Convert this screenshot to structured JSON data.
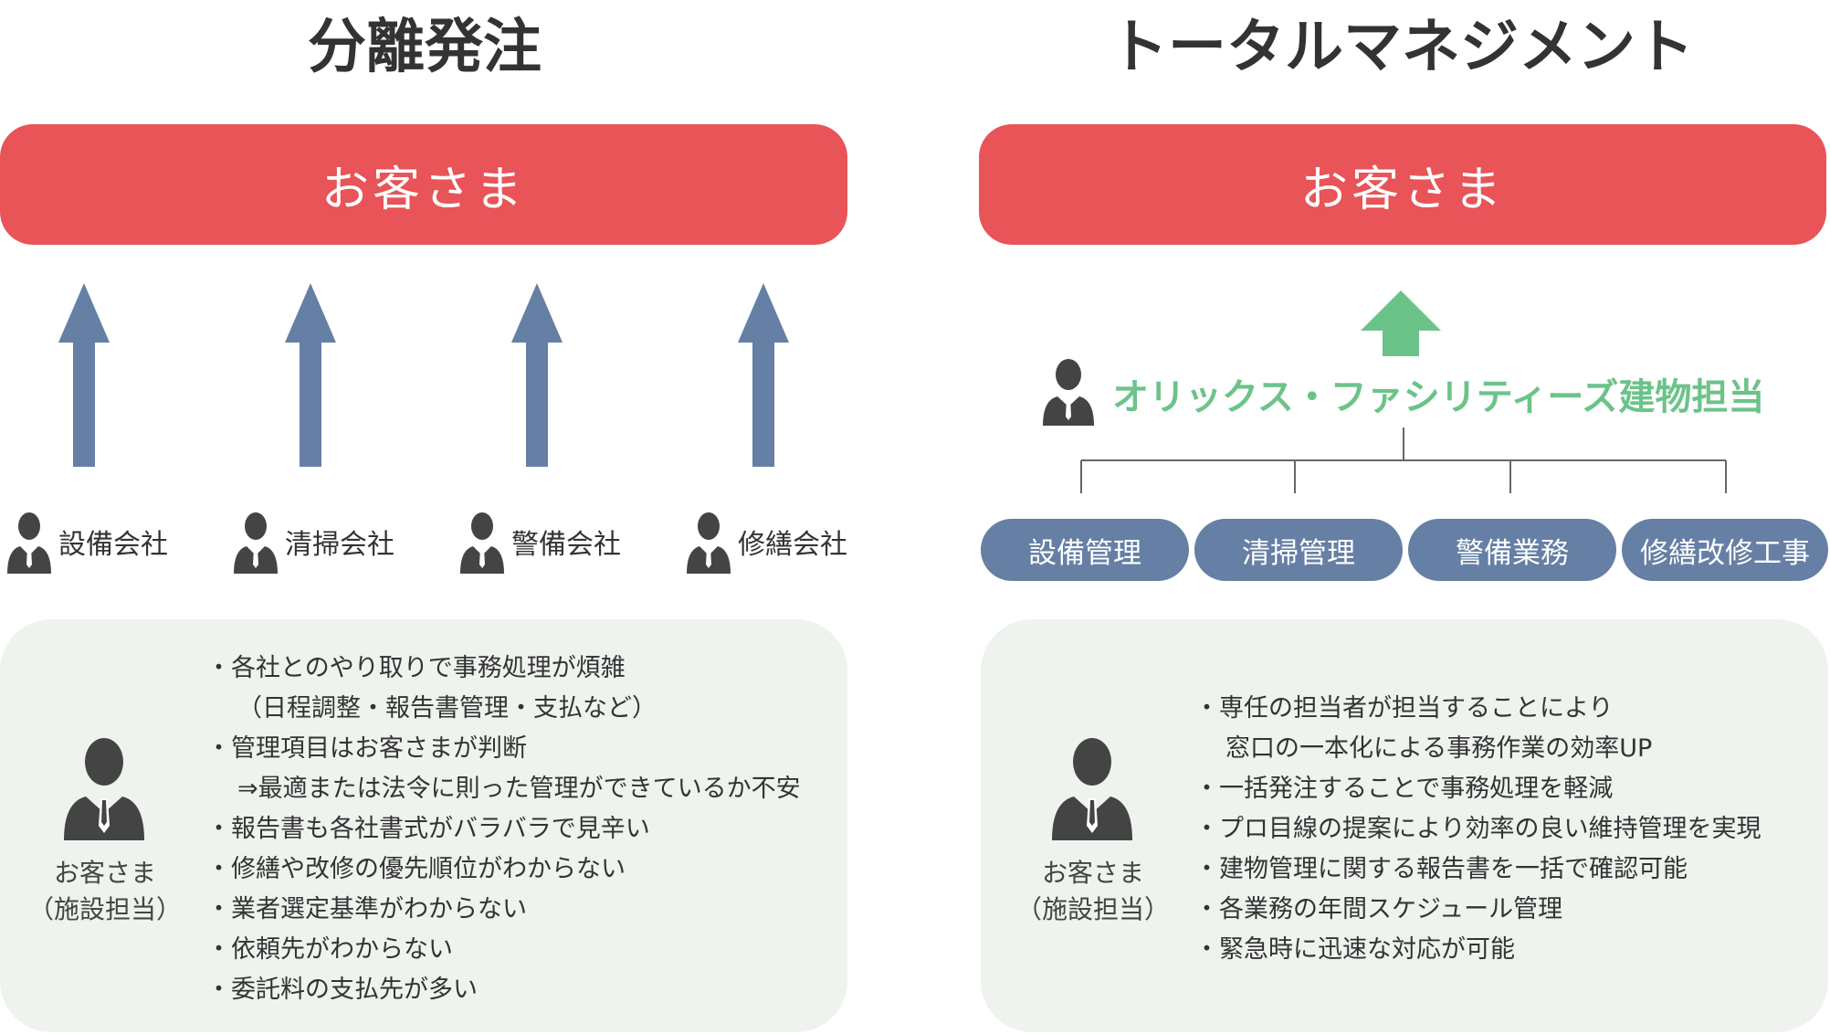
{
  "left": {
    "heading": "分離発注",
    "customer_bar": "お客さま",
    "companies": [
      "設備会社",
      "清掃会社",
      "警備会社",
      "修繕会社"
    ],
    "persona_caption": [
      "お客さま",
      "（施設担当）"
    ],
    "bullets": [
      [
        "・各社とのやり取りで事務処理が煩雑",
        "（日程調整・報告書管理・支払など）"
      ],
      [
        "・管理項目はお客さまが判断",
        "⇒最適または法令に則った管理ができているか不安"
      ],
      [
        "・報告書も各社書式がバラバラで見辛い"
      ],
      [
        "・修繕や改修の優先順位がわからない"
      ],
      [
        "・業者選定基準がわからない"
      ],
      [
        "・依頼先がわからない"
      ],
      [
        "・委託料の支払先が多い"
      ]
    ]
  },
  "right": {
    "heading": "トータルマネジメント",
    "customer_bar": "お客さま",
    "orix_label": "オリックス・ファシリティーズ建物担当",
    "services": [
      "設備管理",
      "清掃管理",
      "警備業務",
      "修繕改修工事"
    ],
    "persona_caption": [
      "お客さま",
      "（施設担当）"
    ],
    "bullets": [
      [
        "・専任の担当者が担当することにより",
        "窓口の一本化による事務作業の効率UP"
      ],
      [
        "・一括発注することで事務処理を軽減"
      ],
      [
        "・プロ目線の提案により効率の良い維持管理を実現"
      ],
      [
        "・建物管理に関する報告書を一括で確認可能"
      ],
      [
        "・各業務の年間スケジュール管理"
      ],
      [
        "・緊急時に迅速な対応が可能"
      ]
    ]
  },
  "colors": {
    "customer_bar": "#e85458",
    "arrow_blue": "#667fa5",
    "arrow_green": "#6cc38a",
    "panel_bg": "#eef3ee",
    "person_icon": "#444444"
  },
  "icons": {
    "person": "person-icon",
    "arrow_up_blue": "arrow-up-icon",
    "arrow_up_green": "arrow-up-icon"
  }
}
